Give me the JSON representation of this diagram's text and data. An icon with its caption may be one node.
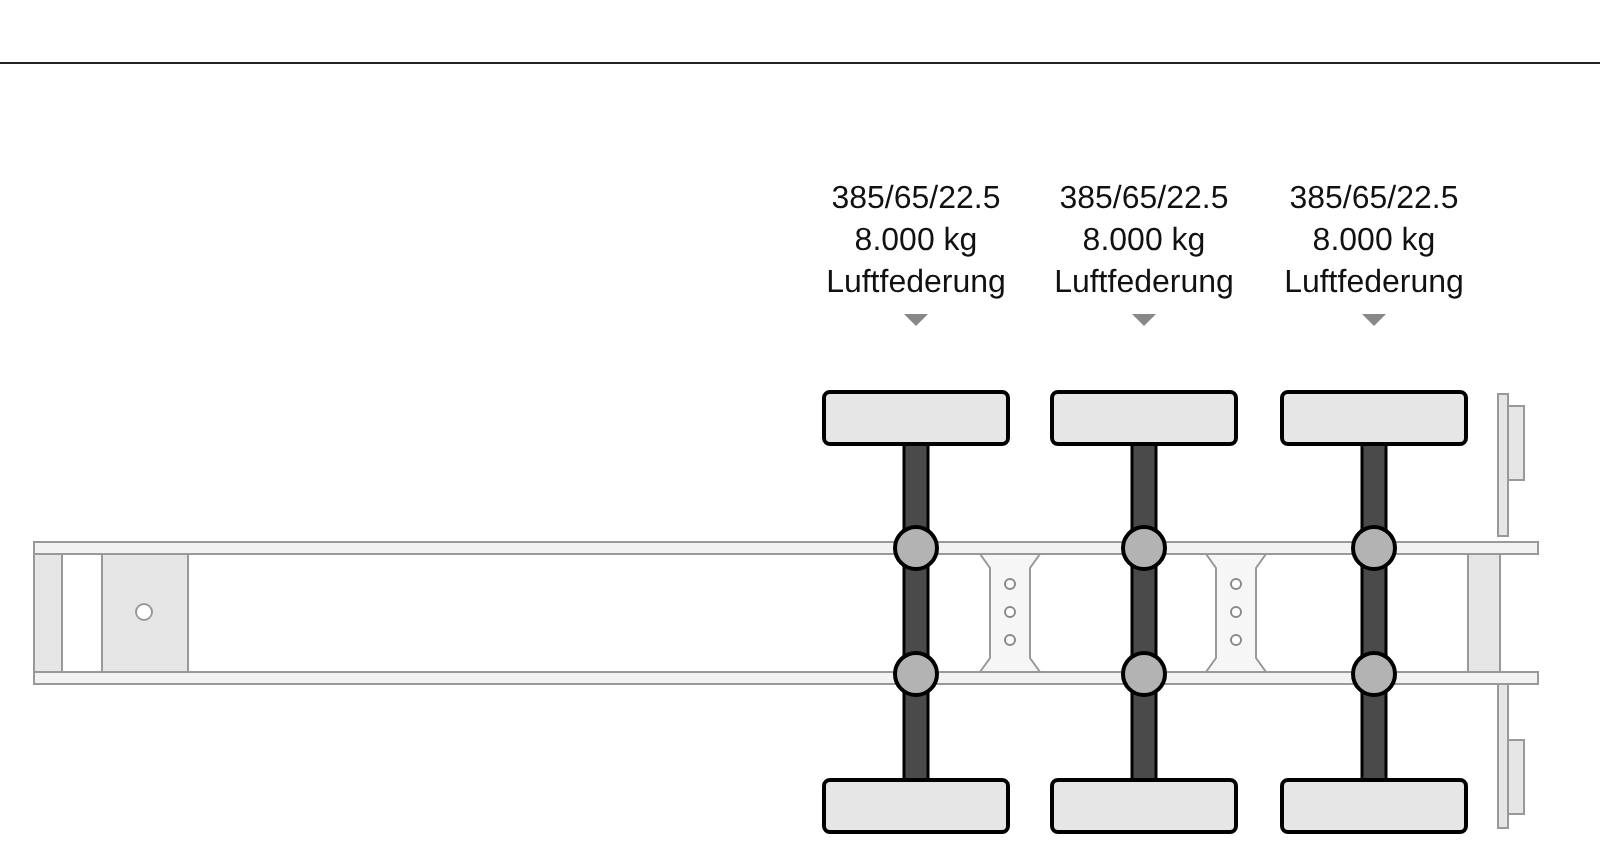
{
  "diagram": {
    "labels": [
      "385/65/22.5",
      "8.000 kg",
      "Luftfederung",
      "385/65/22.5",
      "8.000 kg",
      "Luftfederung",
      "385/65/22.5",
      "8.000 kg",
      "Luftfederung"
    ]
  }
}
